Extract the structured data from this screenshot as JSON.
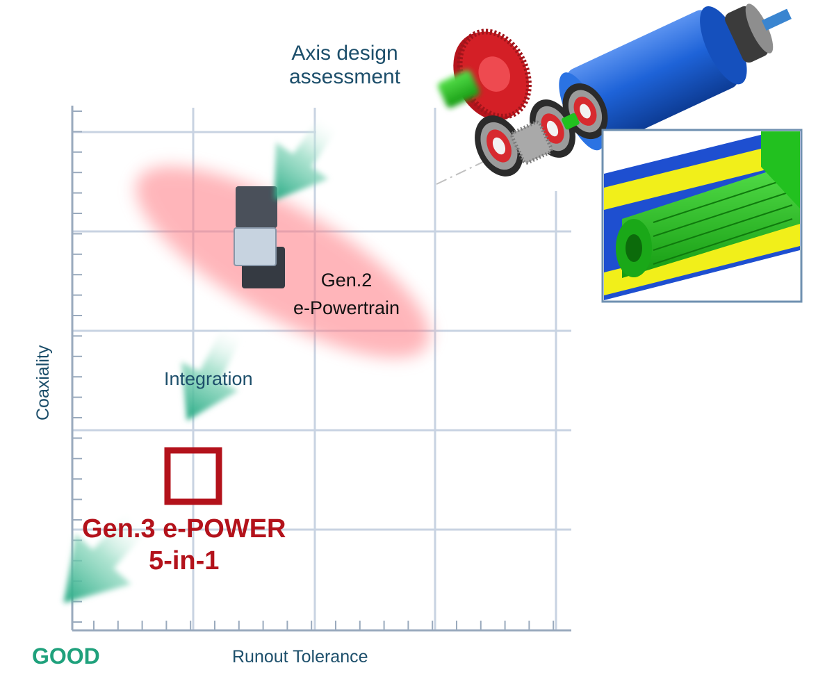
{
  "labels": {
    "top_arrow_line1": "Axis design",
    "top_arrow_line2": "assessment",
    "gen2_line1": "Gen.2",
    "gen2_line2": "e-Powertrain",
    "integration": "Integration",
    "gen3_line1": "Gen.3 e-POWER",
    "gen3_line2": "5-in-1",
    "good": "GOOD",
    "x_axis": "Runout Tolerance",
    "y_axis": "Coaxiality"
  },
  "colors": {
    "grid": "#c8d3e2",
    "axis_ticks": "#9aaabd",
    "ellipse": "#ff7a82",
    "arrow": "#2fb38a",
    "gen3_square": "#b3121b",
    "text_dark": "#1d4f6b",
    "good": "#1fa17c",
    "motor_blue": "#1e63d8",
    "gear_red": "#d41f26",
    "shaft_green": "#22c11f",
    "inset_yellow": "#f1ef1a"
  },
  "icons": [
    "gen2-block-dark-icon",
    "gen2-block-light-icon",
    "gen2-block-dark2-icon",
    "gen3-square-icon",
    "powertrain-axis-illustration",
    "spline-shaft-inset"
  ]
}
